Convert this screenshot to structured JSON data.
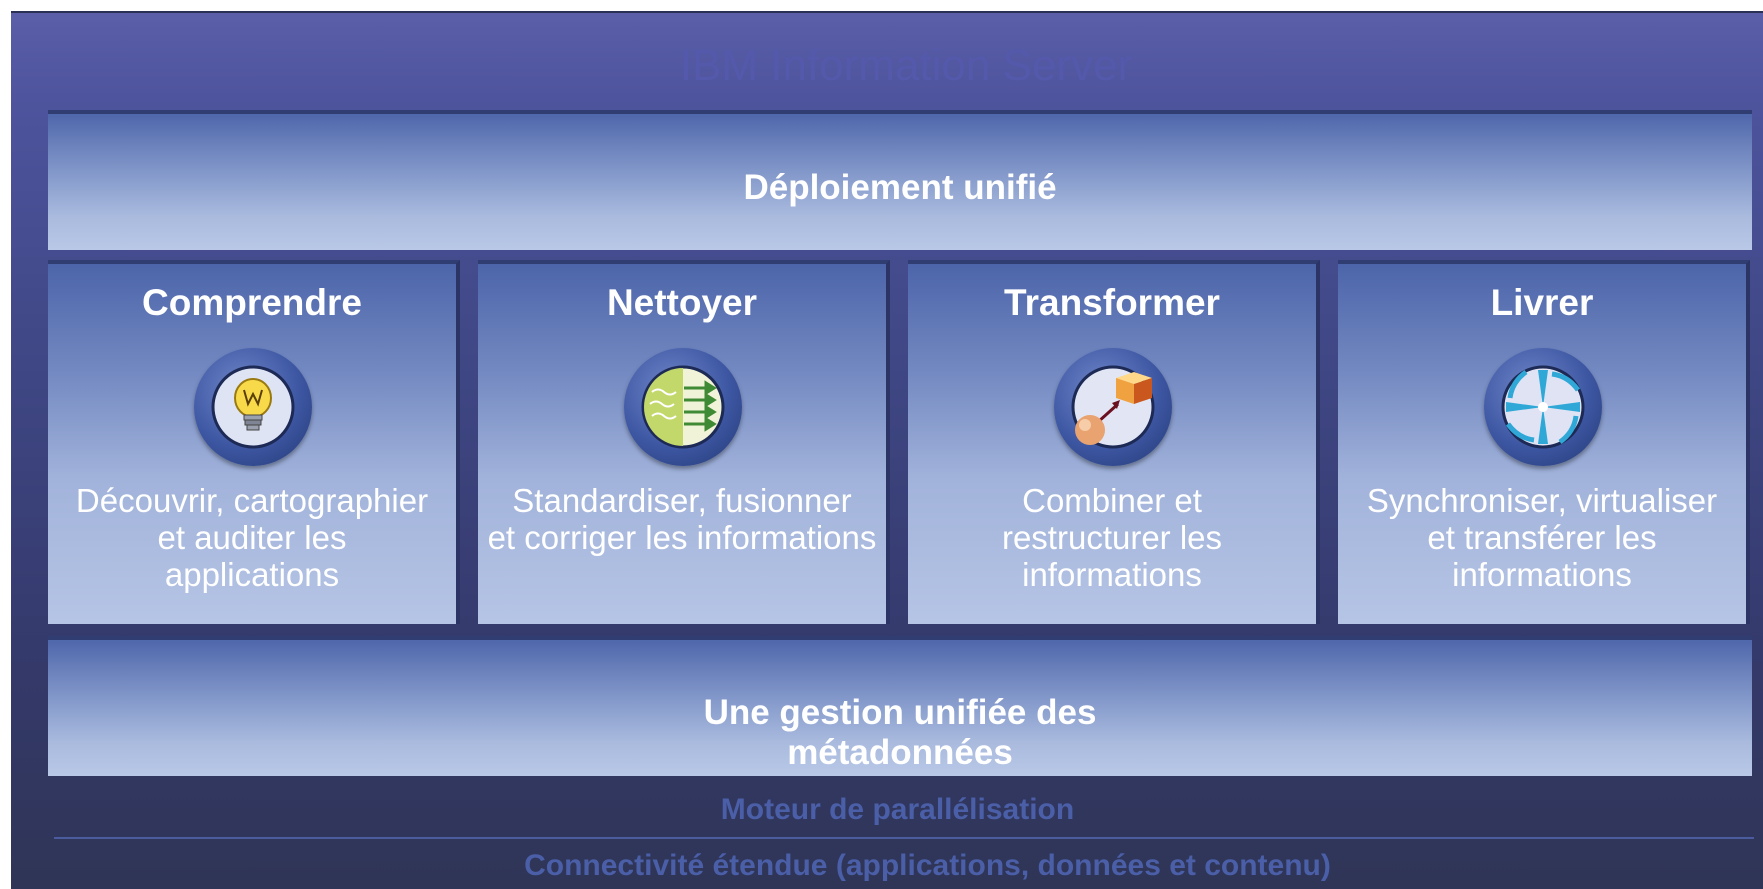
{
  "title": "IBM Information Server",
  "top_band": "Déploiement unifié",
  "columns": [
    {
      "heading": "Comprendre",
      "icon": "lightbulb-icon",
      "lines": [
        "Découvrir, cartographier",
        "et auditer les",
        "applications"
      ]
    },
    {
      "heading": "Nettoyer",
      "icon": "cleanse-arrows-icon",
      "lines": [
        "Standardiser, fusionner",
        "et corriger les informations"
      ]
    },
    {
      "heading": "Transformer",
      "icon": "transform-cube-sphere-icon",
      "lines": [
        "Combiner et",
        "restructurer les",
        "informations"
      ]
    },
    {
      "heading": "Livrer",
      "icon": "deliver-arrows-icon",
      "lines": [
        "Synchroniser, virtualiser",
        "et transférer les",
        "informations"
      ]
    }
  ],
  "bottom_band": [
    "Une gestion unifiée des",
    "métadonnées"
  ],
  "engine": "Moteur de parallélisation",
  "connectivity": "Connectivité étendue (applications, données et  contenu)",
  "colors": {
    "title": "#5459ab",
    "footer_text": "#4a5fa8",
    "band_top": "#4f67ab",
    "band_bottom": "#b9c8e6"
  }
}
